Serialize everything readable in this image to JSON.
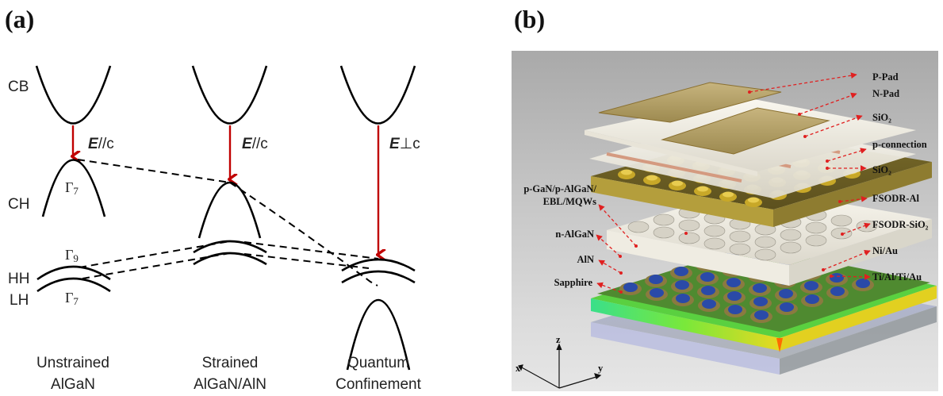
{
  "panel_a": {
    "label": "(a)",
    "band_labels": {
      "cb": "CB",
      "ch": "CH",
      "hh": "HH",
      "lh": "LH"
    },
    "gamma_labels": {
      "ch_unstrained": "Γ",
      "ch_unstrained_sub": "7",
      "hh": "Γ",
      "hh_sub": "9",
      "lh": "Γ",
      "lh_sub": "7"
    },
    "transitions": [
      {
        "e": "E",
        "rest": "//c"
      },
      {
        "e": "E",
        "rest": "//c"
      },
      {
        "e": "E",
        "rest": "⊥c"
      }
    ],
    "columns": [
      {
        "line1": "Unstrained",
        "line2": "AlGaN"
      },
      {
        "line1": "Strained",
        "line2": "AlGaN/AlN"
      },
      {
        "line1": "Quantum",
        "line2": "Confinement"
      }
    ],
    "colors": {
      "arrow": "#c00000",
      "curve": "#000000",
      "text": "#222222"
    }
  },
  "panel_b": {
    "label": "(b)",
    "right_labels": [
      "P-Pad",
      "N-Pad",
      "SiO₂",
      "p-connection",
      "SiO₂",
      "FSODR-Al",
      "FSODR-SiO₂",
      "Ni/Au",
      "Ti/Al/Ti/Au"
    ],
    "left_labels": [
      "p-GaN/p-AlGaN/",
      "EBL/MQWs",
      "n-AlGaN",
      "AlN",
      "Sapphire"
    ],
    "axes": {
      "x": "x",
      "y": "y",
      "z": "z"
    },
    "colors": {
      "leader": "#e02020",
      "pad": "#b8a46a",
      "sio2": "#f2efe6",
      "al": "#8a7a2a",
      "mesa": "#4e8a2e",
      "aln": "#6ae03a",
      "sapphire": "#b8bde0"
    }
  }
}
